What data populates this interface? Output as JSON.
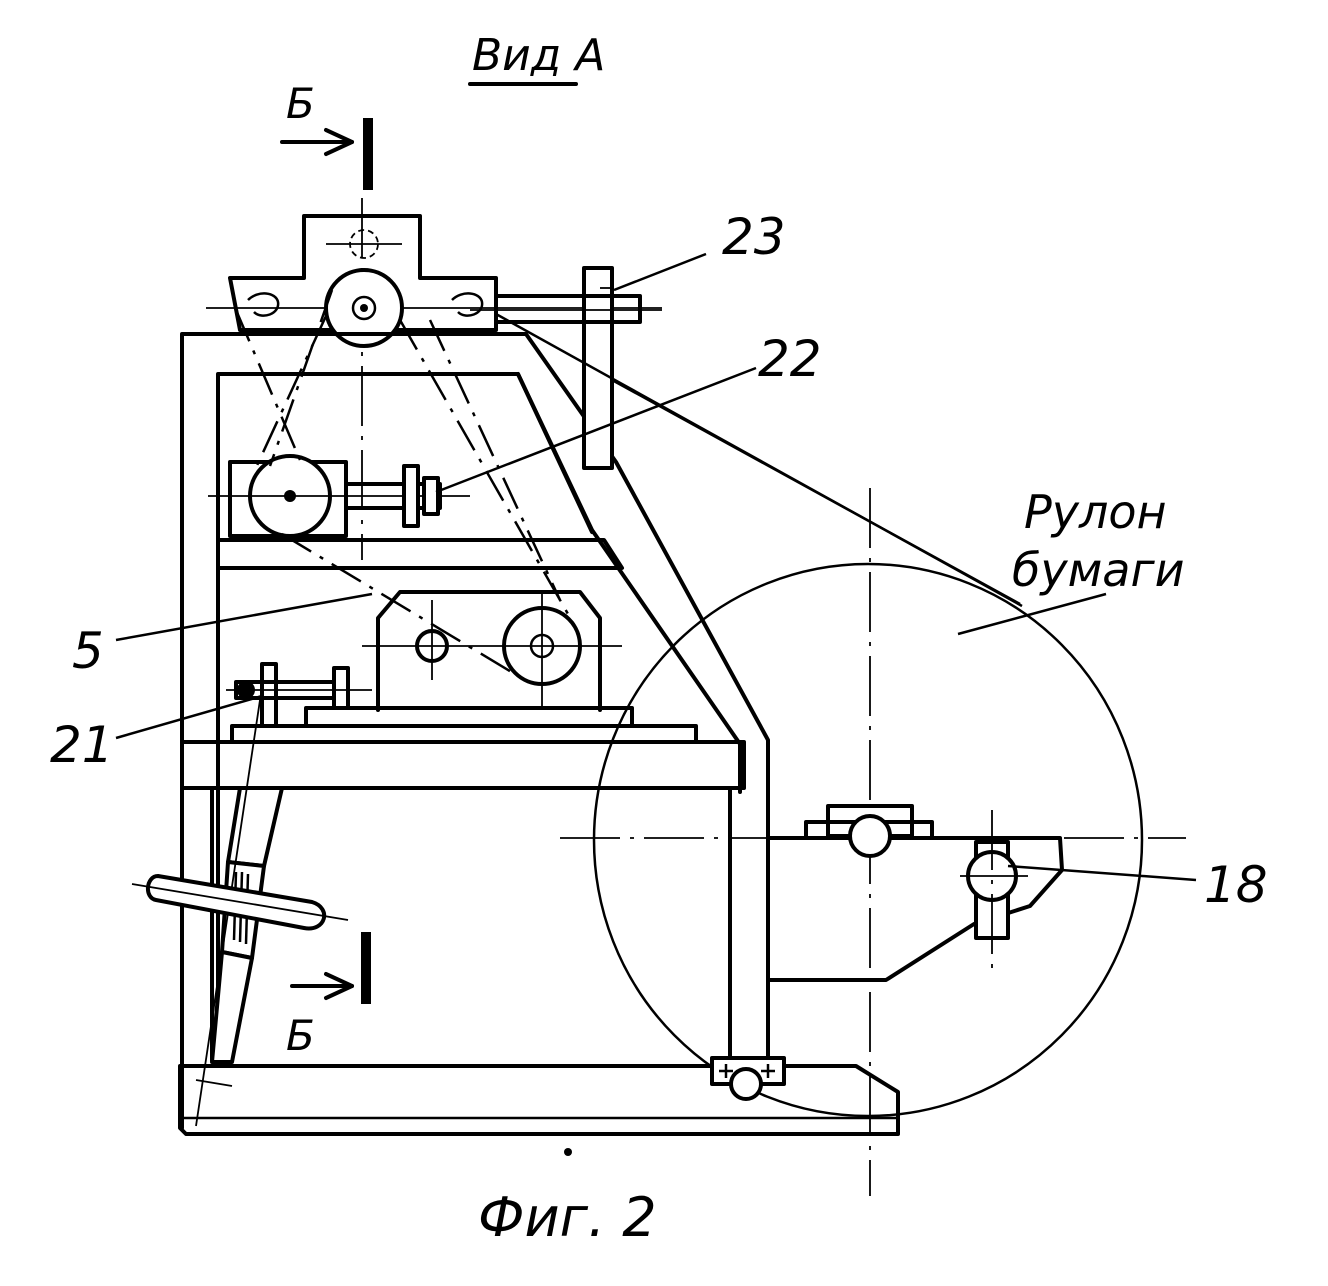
{
  "title": "Вид А",
  "figure_caption": "Фиг. 2",
  "section_marks": {
    "top": "Б",
    "bottom": "Б"
  },
  "callouts": {
    "c23": "23",
    "c22": "22",
    "c5": "5",
    "c21": "21",
    "c18": "18"
  },
  "roll_label": {
    "line1": "Рулон",
    "line2": "бумаги"
  }
}
